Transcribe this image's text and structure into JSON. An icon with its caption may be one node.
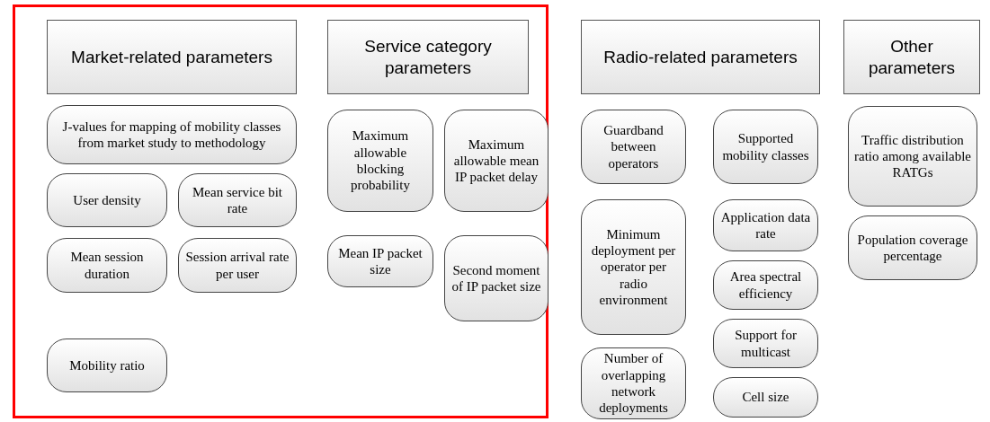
{
  "diagram": {
    "nodes": [
      {
        "text": [],
        "shape": "box"
      },
      {
        "text": [
          "Market-related parameters"
        ],
        "in": 0
      },
      {
        "text": [
          "J-values for mapping of mobility classes from market study to methodology"
        ],
        "in": 0
      },
      {
        "text": [
          "User density"
        ],
        "in": 0
      },
      {
        "text": [
          "Mean service bit rate"
        ],
        "in": 0
      },
      {
        "text": [
          "Mean session duration"
        ],
        "in": 0
      },
      {
        "text": [
          "Session arrival rate per user"
        ],
        "in": 0
      },
      {
        "text": [
          "Mobility ratio"
        ],
        "in": 0
      },
      {
        "text": [
          "Service category parameters"
        ],
        "in": 0
      },
      {
        "text": [
          "Maximum allowable blocking probability"
        ],
        "in": 0
      },
      {
        "text": [
          "Maximum allowable mean IP packet delay"
        ],
        "in": 0
      },
      {
        "text": [
          "Mean IP packet size"
        ],
        "in": 0
      },
      {
        "text": [
          "Second moment of IP packet size"
        ],
        "in": 0
      },
      {
        "text": [
          "Radio-related parameters"
        ]
      },
      {
        "text": [
          "Guardband between operators"
        ]
      },
      {
        "text": [
          "Supported mobility classes"
        ]
      },
      {
        "text": [
          "Minimum deployment per operator per radio environment"
        ]
      },
      {
        "text": [
          "Application data rate"
        ]
      },
      {
        "text": [
          "Area spectral efficiency"
        ]
      },
      {
        "text": [
          "Support for multicast"
        ]
      },
      {
        "text": [
          "Number of overlapping network deployments"
        ]
      },
      {
        "text": [
          "Cell size"
        ]
      },
      {
        "text": [
          "Other parameters"
        ]
      },
      {
        "text": [
          "Traffic distribution ratio among available RATGs"
        ]
      },
      {
        "text": [
          "Population coverage percentage"
        ]
      }
    ]
  }
}
